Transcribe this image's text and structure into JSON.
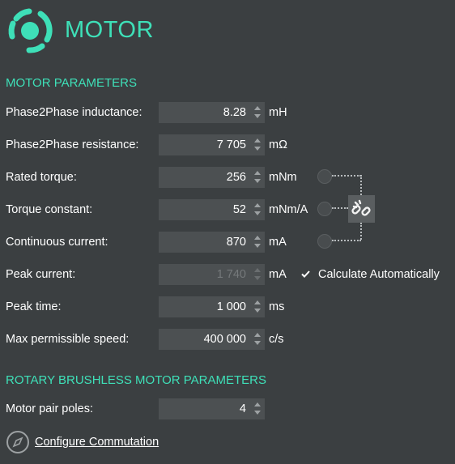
{
  "header": {
    "title": "MOTOR",
    "logo_icon": "motor-logo-icon",
    "accent": "#3ee0b8"
  },
  "sections": {
    "motor_params": "MOTOR PARAMETERS",
    "rotary_params": "ROTARY BRUSHLESS MOTOR PARAMETERS"
  },
  "fields": {
    "inductance": {
      "label": "Phase2Phase inductance:",
      "value": "8.28",
      "unit": "mH"
    },
    "resistance": {
      "label": "Phase2Phase resistance:",
      "value": "7 705",
      "unit": "mΩ"
    },
    "rated_torque": {
      "label": "Rated torque:",
      "value": "256",
      "unit": "mNm"
    },
    "torque_constant": {
      "label": "Torque constant:",
      "value": "52",
      "unit": "mNm/A"
    },
    "continuous_current": {
      "label": "Continuous current:",
      "value": "870",
      "unit": "mA"
    },
    "peak_current": {
      "label": "Peak current:",
      "value": "1 740",
      "unit": "mA",
      "disabled": true
    },
    "peak_time": {
      "label": "Peak time:",
      "value": "1 000",
      "unit": "ms"
    },
    "max_speed": {
      "label": "Max permissible speed:",
      "value": "400 000",
      "unit": "c/s"
    },
    "pole_pairs": {
      "label": "Motor pair poles:",
      "value": "4",
      "unit": ""
    }
  },
  "calculate_automatically": {
    "label": "Calculate Automatically",
    "checked": true
  },
  "link_button_icon": "broken-link-icon",
  "configure_commutation": {
    "label": "Configure Commutation",
    "icon": "compass-icon"
  }
}
